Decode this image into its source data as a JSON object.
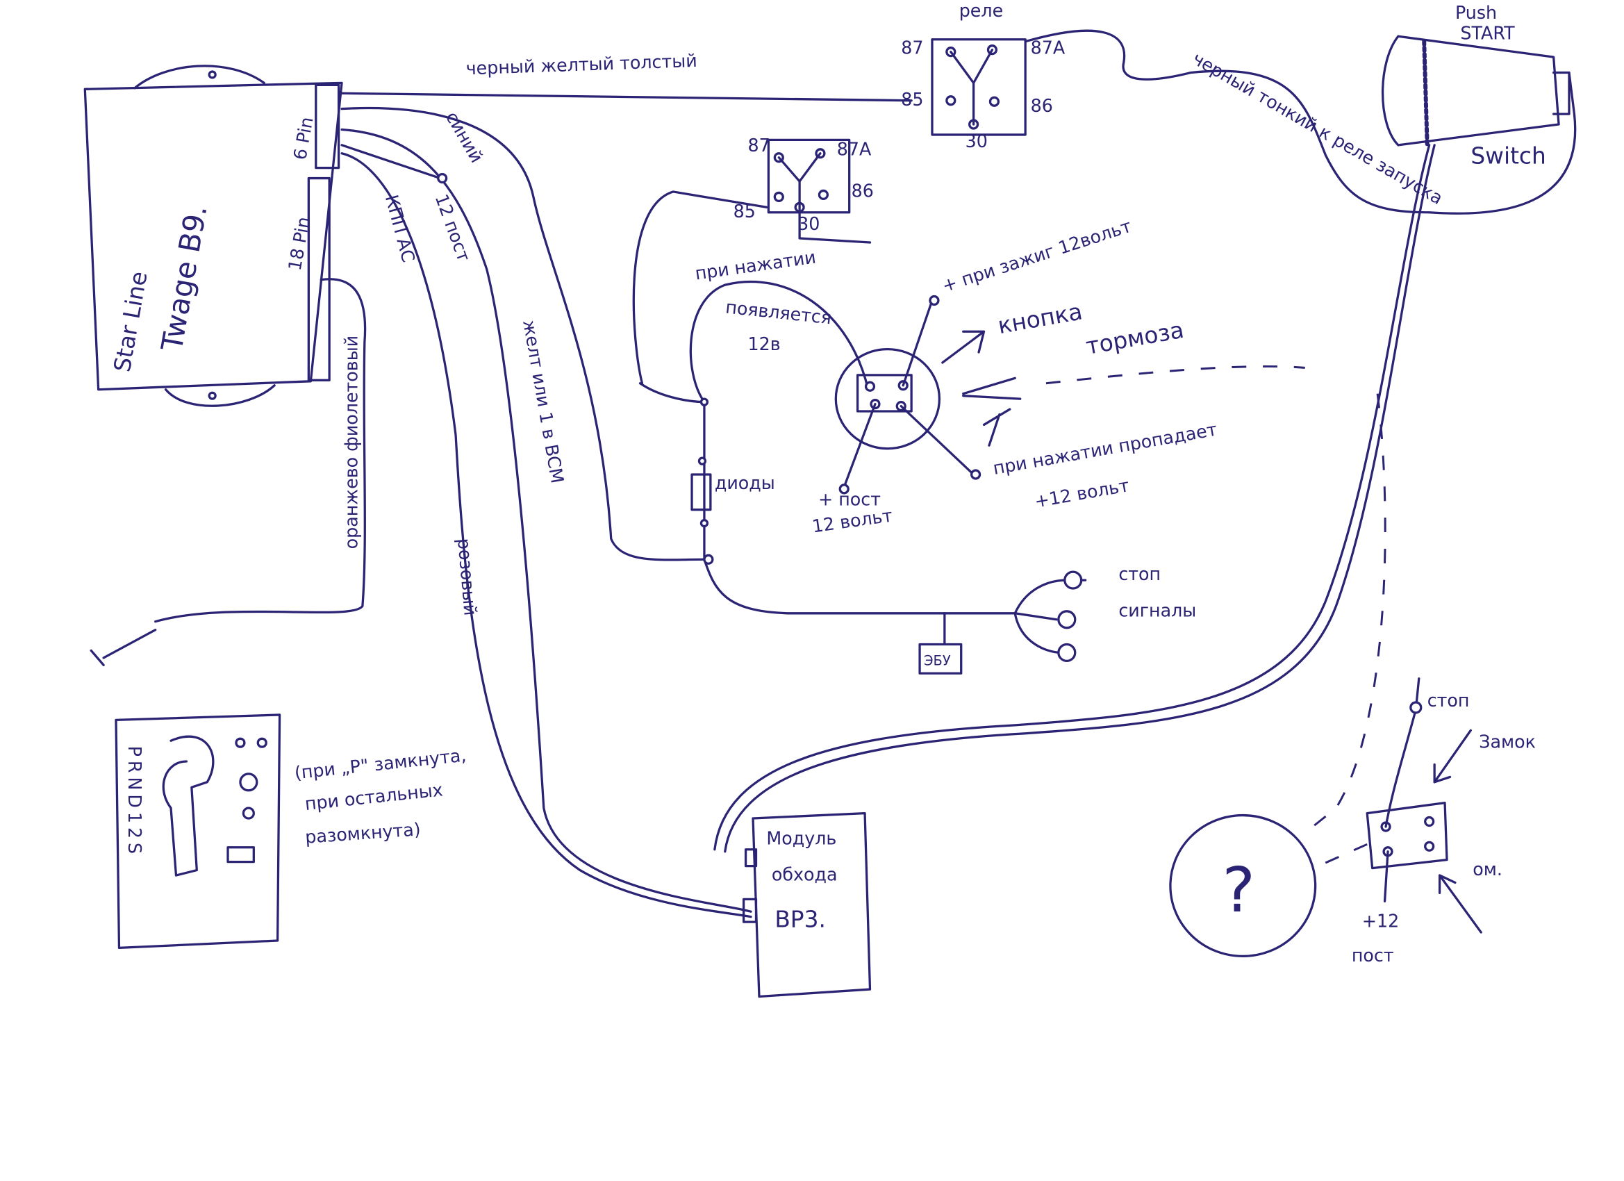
{
  "diagram": {
    "alarm_unit": {
      "brand": "Star Line",
      "model": "Twage B9.",
      "pin6": "6 Pin",
      "pin18": "18 Pin"
    },
    "wires": {
      "top": "черный желтый толстый",
      "blue": "синий",
      "const12": "12 пост",
      "kpp": "КПП АС",
      "yellow": "желт или 1 в BCM",
      "pink": "розовый",
      "orange": "оранжево фиолетовый",
      "start": "черный тонкий к реле запуска"
    },
    "relay_top": {
      "title": "реле",
      "p87": "87",
      "p87a": "87A",
      "p85": "85",
      "p86": "86",
      "p30": "30"
    },
    "relay_mid": {
      "p87": "87",
      "p87a": "87A",
      "p85": "85",
      "p86": "86",
      "p30": "30"
    },
    "push": {
      "title_1": "Push",
      "title_2": "START",
      "switch": "Switch"
    },
    "brake": {
      "pressed_appears_1": "при нажатии",
      "pressed_appears_2": "появляется",
      "pressed_appears_3": "12в",
      "ignition": "+ при зажиг 12вольт",
      "button_1": "кнопка",
      "button_2": "тормоза",
      "pressed_disappears_1": "при нажатии пропадает",
      "pressed_disappears_2": "+12 вольт",
      "const_1": "+ пост",
      "const_2": "12 вольт",
      "diodes": "диоды"
    },
    "stop": {
      "label_1": "стоп",
      "label_2": "сигналы",
      "ecu": "ЭБУ"
    },
    "selector": {
      "positions": "PRND12S",
      "note_1": "(при „P\" замкнута,",
      "note_2": "при остальных",
      "note_3": "разомкнута)"
    },
    "module": {
      "line1": "Модуль",
      "line2": "обхода",
      "line3": "BP3."
    },
    "unknown": {
      "symbol": "?"
    },
    "lock": {
      "stop": "стоп",
      "lock": "Замок",
      "om": "ом.",
      "const_1": "+12",
      "const_2": "пост"
    }
  }
}
